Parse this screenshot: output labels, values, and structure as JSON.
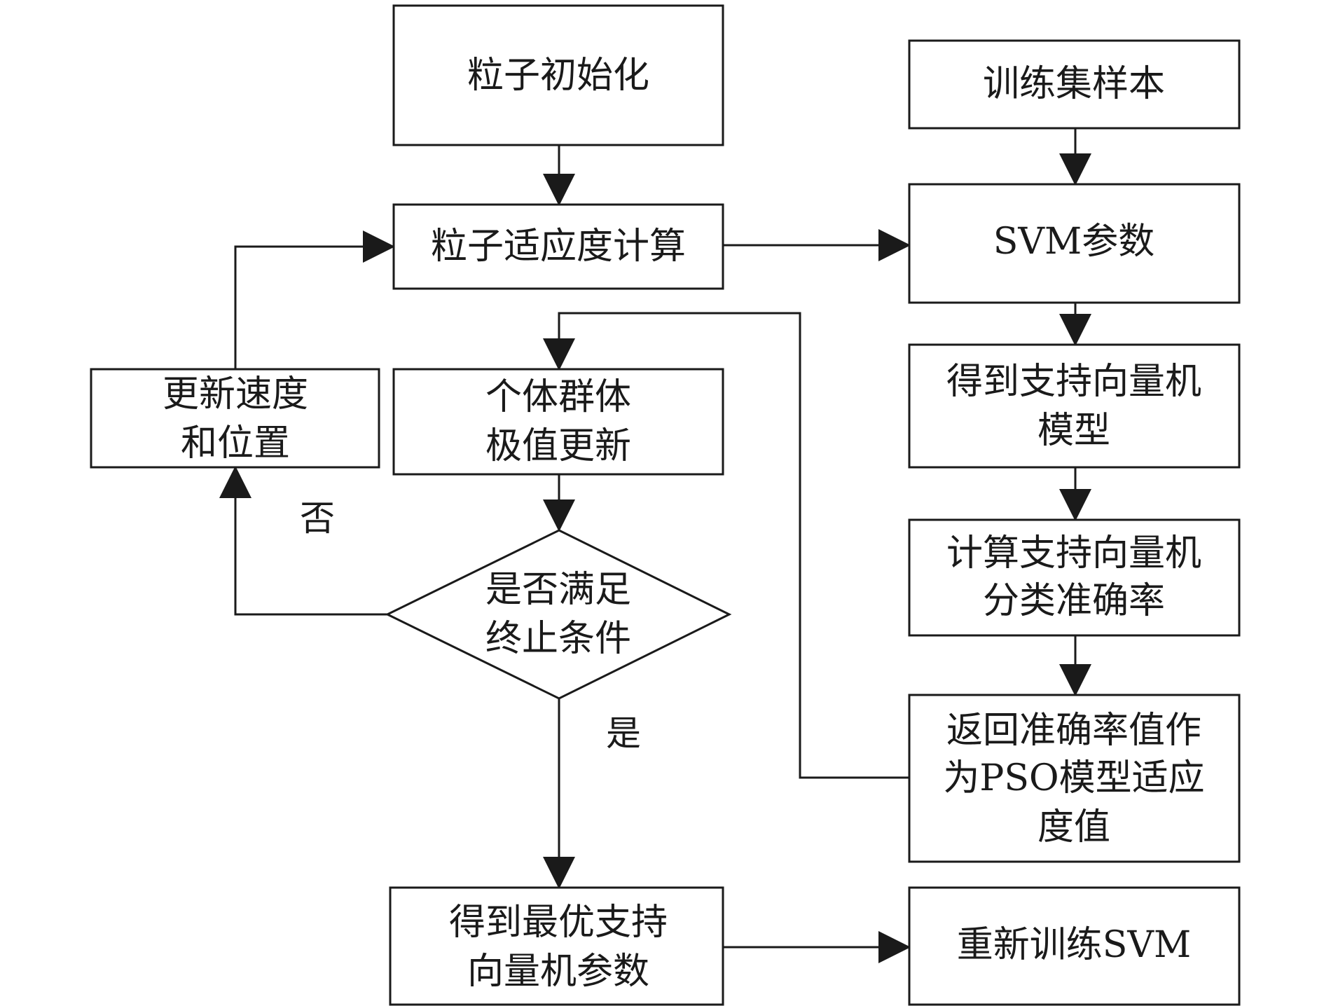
{
  "nodes": {
    "particle_init": {
      "lines": [
        "粒子初始化"
      ]
    },
    "fitness_calc": {
      "lines": [
        "粒子适应度计算"
      ]
    },
    "update_velocity": {
      "lines": [
        "更新速度",
        "和位置"
      ]
    },
    "extremum_update": {
      "lines": [
        "个体群体",
        "极值更新"
      ]
    },
    "termination_check": {
      "lines": [
        "是否满足",
        "终止条件"
      ]
    },
    "optimal_params": {
      "lines": [
        "得到最优支持",
        "向量机参数"
      ]
    },
    "training_samples": {
      "lines": [
        "训练集样本"
      ]
    },
    "svm_params": {
      "lines": [
        "SVM参数"
      ]
    },
    "svm_model": {
      "lines": [
        "得到支持向量机",
        "模型"
      ]
    },
    "accuracy_calc": {
      "lines": [
        "计算支持向量机",
        "分类准确率"
      ]
    },
    "return_fitness": {
      "lines": [
        "返回准确率值作",
        "为PSO模型适应",
        "度值"
      ]
    },
    "retrain_svm": {
      "lines": [
        "重新训练SVM"
      ]
    }
  },
  "edge_labels": {
    "no": "否",
    "yes": "是"
  },
  "colors": {
    "stroke": "#1a1a1a",
    "background": "#ffffff"
  }
}
